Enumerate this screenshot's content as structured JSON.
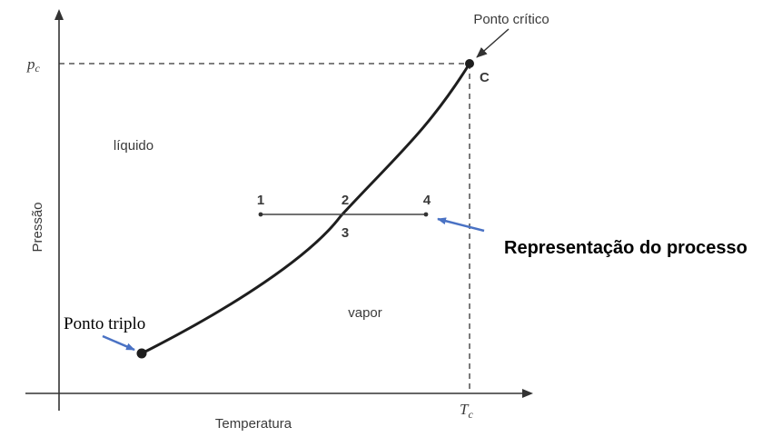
{
  "labels": {
    "y_axis": "Pressão",
    "x_axis": "Temperatura",
    "pc_base": "p",
    "pc_sub": "c",
    "tc_base": "T",
    "tc_sub": "c",
    "liquid_region": "líquido",
    "vapor_region": "vapor",
    "critical_point_caption": "Ponto crítico",
    "critical_point_letter": "C",
    "triple_point_caption": "Ponto triplo",
    "process_caption": "Representação do processo",
    "state_1": "1",
    "state_2": "2",
    "state_3": "3",
    "state_4": "4"
  },
  "colors": {
    "curve": "#1e1e1e",
    "annotation_arrow": "#4a72c4",
    "guide_lines": "#333333"
  }
}
